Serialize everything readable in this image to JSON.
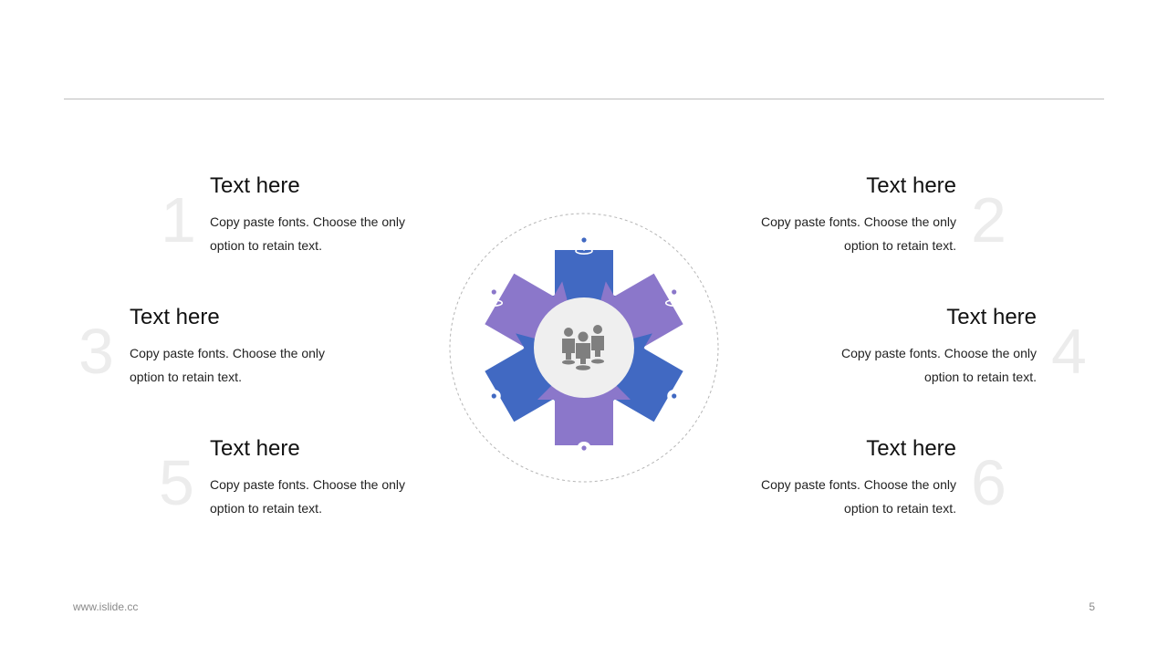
{
  "colors": {
    "blue": "#4169C2",
    "purple": "#8B77CA",
    "center_bg": "#efefef",
    "people": "#7f7f7f"
  },
  "items": [
    {
      "number": "1",
      "title": "Text here",
      "desc_line1": "Copy paste fonts. Choose the only",
      "desc_line2": "option to retain text."
    },
    {
      "number": "2",
      "title": "Text here",
      "desc_line1": "Copy paste fonts. Choose the only",
      "desc_line2": "option to retain text."
    },
    {
      "number": "3",
      "title": "Text here",
      "desc_line1": "Copy paste fonts. Choose the only",
      "desc_line2": "option to retain text."
    },
    {
      "number": "4",
      "title": "Text here",
      "desc_line1": "Copy paste fonts. Choose the only",
      "desc_line2": "option to retain text."
    },
    {
      "number": "5",
      "title": "Text here",
      "desc_line1": "Copy paste fonts. Choose the only",
      "desc_line2": "option to retain text."
    },
    {
      "number": "6",
      "title": "Text here",
      "desc_line1": "Copy paste fonts. Choose the only",
      "desc_line2": "option to retain text."
    }
  ],
  "arrows": [
    {
      "color": "blue",
      "icon": "location-pin-icon"
    },
    {
      "color": "purple",
      "icon": "location-pin-icon"
    },
    {
      "color": "purple",
      "icon": "location-pin-icon"
    },
    {
      "color": "blue",
      "icon": "location-pin-icon"
    },
    {
      "color": "blue",
      "icon": "location-pin-icon"
    },
    {
      "color": "purple",
      "icon": "location-pin-icon"
    }
  ],
  "center_icon": "team-people-icon",
  "footer": {
    "url": "www.islide.cc",
    "page": "5"
  }
}
